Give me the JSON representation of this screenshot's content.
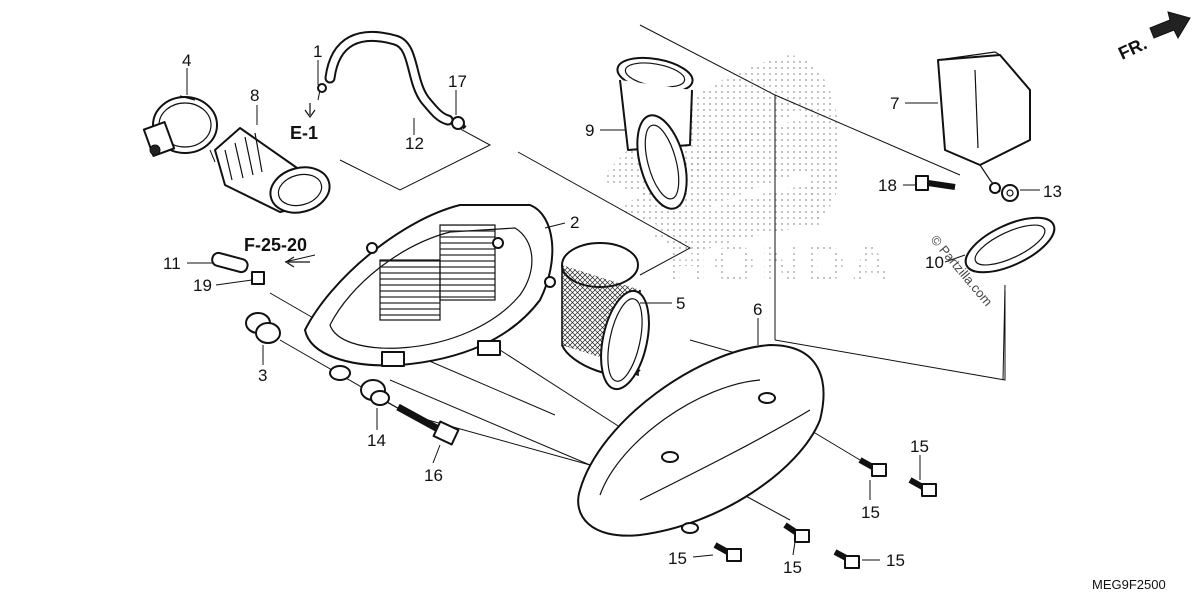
{
  "diagram": {
    "part_numbers": [
      "1",
      "2",
      "3",
      "4",
      "5",
      "6",
      "7",
      "8",
      "9",
      "10",
      "11",
      "12",
      "13",
      "14",
      "15",
      "16",
      "17",
      "18",
      "19"
    ],
    "labels": {
      "p1": "1",
      "p2": "2",
      "p3": "3",
      "p4": "4",
      "p5": "5",
      "p6": "6",
      "p7": "7",
      "p8": "8",
      "p9": "9",
      "p10": "10",
      "p11": "11",
      "p12": "12",
      "p13": "13",
      "p14": "14",
      "p15a": "15",
      "p15b": "15",
      "p15c": "15",
      "p15d": "15",
      "p15e": "15",
      "p16": "16",
      "p17": "17",
      "p18": "18",
      "p19": "19"
    },
    "references": {
      "e1": "E-1",
      "f2520": "F-25-20"
    },
    "direction_label": "FR.",
    "watermark": "© Partzilla.com",
    "logo_text": "HONDA",
    "diagram_code": "MEG9F2500"
  }
}
